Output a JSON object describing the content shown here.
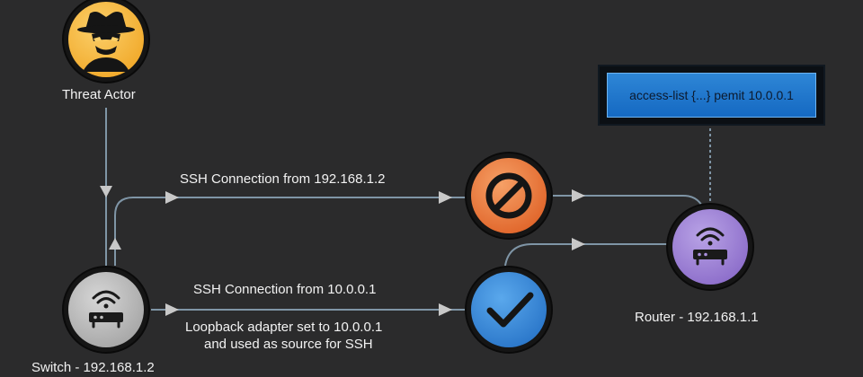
{
  "nodes": {
    "threat_actor": {
      "label": "Threat Actor",
      "icon": "spy-icon",
      "color": "#f4b73c"
    },
    "switch": {
      "label": "Switch - 192.168.1.2",
      "icon": "network-device-icon",
      "color": "#b9b9b9"
    },
    "router": {
      "label": "Router - 192.168.1.1",
      "icon": "network-device-icon",
      "color": "#9a7fd1"
    },
    "blocked": {
      "icon": "blocked-icon",
      "color": "#ee7a3a"
    },
    "allowed": {
      "icon": "checkmark-icon",
      "color": "#3d8fdc"
    }
  },
  "connections": {
    "blocked_label": "SSH Connection from 192.168.1.2",
    "allowed_label": "SSH Connection from 10.0.0.1",
    "allowed_note_line1": "Loopback adapter set to 10.0.0.1",
    "allowed_note_line2": "and used as source for SSH"
  },
  "acl": {
    "text": "access-list {...} pemit 10.0.0.1"
  }
}
